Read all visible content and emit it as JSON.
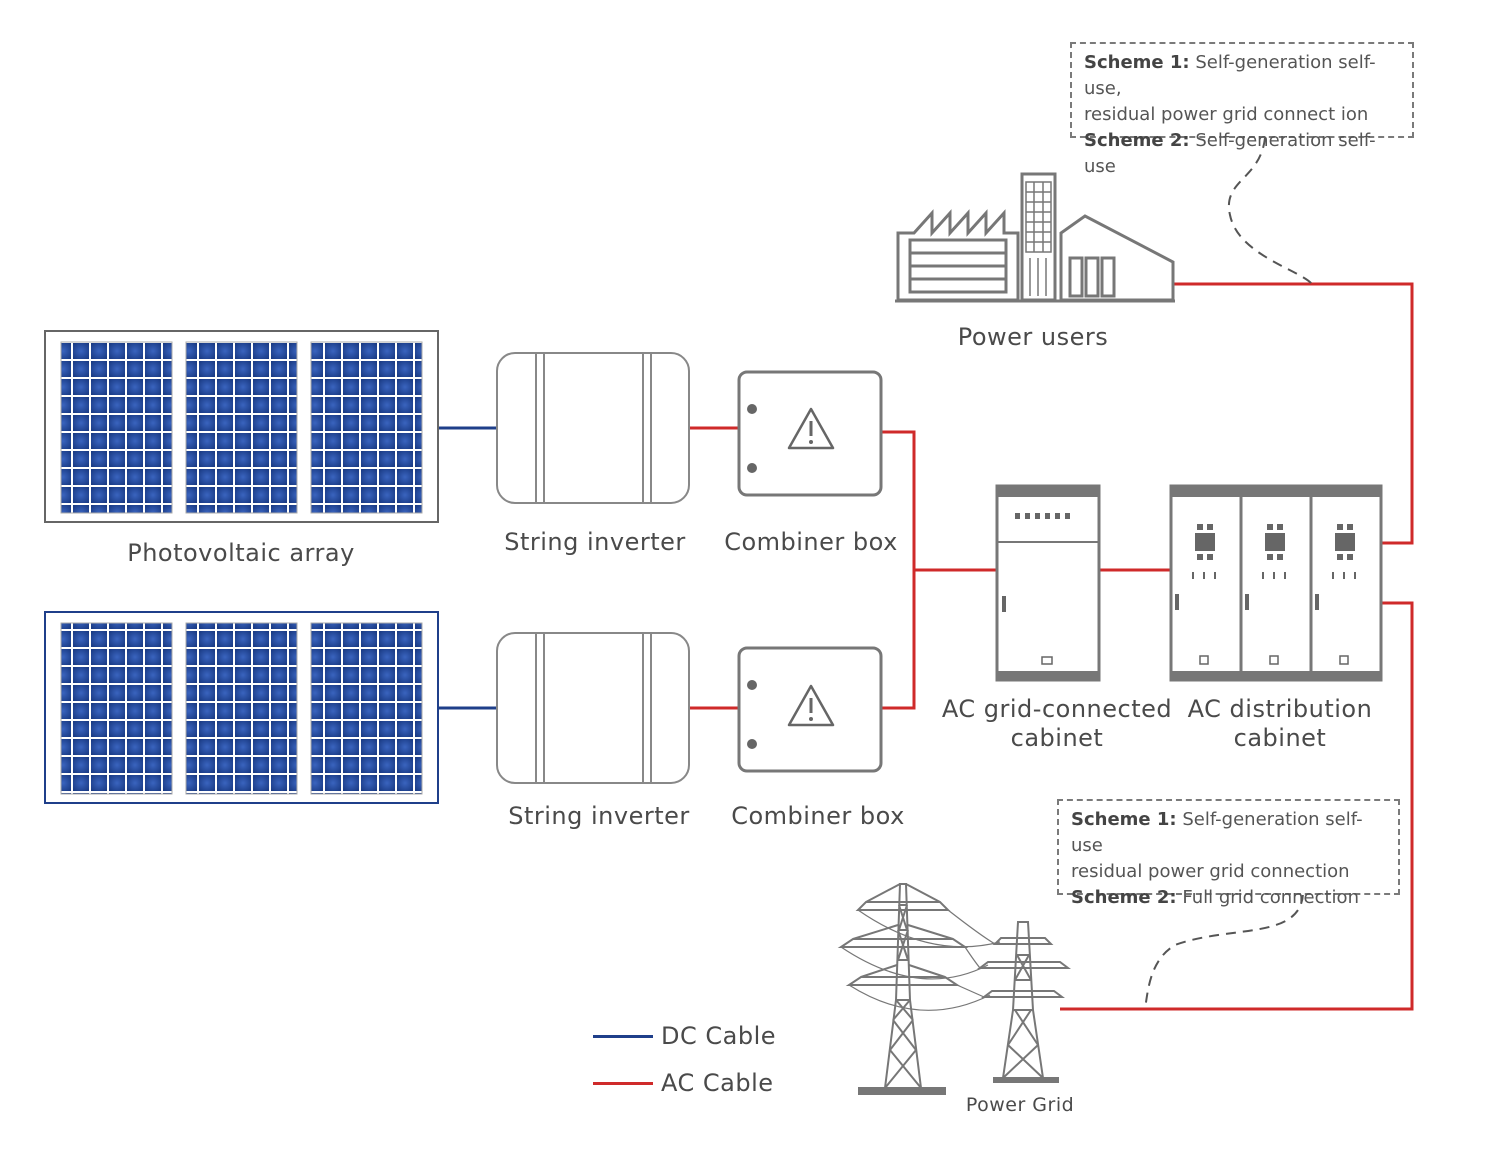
{
  "colors": {
    "dc_cable": "#1f3f8a",
    "ac_cable": "#cf2a2a",
    "icon_stroke": "#777777",
    "panel_cell": "#1d3f8f",
    "panel_cell_highlight": "#3a64bf"
  },
  "labels": {
    "photovoltaic_array": "Photovoltaic array",
    "string_inverter_1": "String inverter",
    "combiner_box_1": "Combiner box",
    "string_inverter_2": "String inverter",
    "combiner_box_2": "Combiner box",
    "power_users": "Power users",
    "ac_grid_cabinet_line1": "AC grid-connected",
    "ac_grid_cabinet_line2": "cabinet",
    "ac_distribution_line1": "AC distribution",
    "ac_distribution_line2": "cabinet",
    "power_grid": "Power Grid"
  },
  "notes": {
    "top": {
      "scheme1_label": "Scheme 1:",
      "scheme1_text": " Self-generation self-use,",
      "scheme1_text2": "residual power grid connect ion",
      "scheme2_label": "Scheme 2:",
      "scheme2_text": " Self-generation self-use"
    },
    "bottom": {
      "scheme1_label": "Scheme 1:",
      "scheme1_text": " Self-generation self-use",
      "scheme1_text2": "residual power grid connection",
      "scheme2_label": "Scheme 2:",
      "scheme2_text": " Full grid connection"
    }
  },
  "legend": {
    "dc": "DC Cable",
    "ac": "AC Cable"
  },
  "icons": {
    "solar_panel": "solar-panel-icon",
    "inverter": "string-inverter-icon",
    "combiner": "combiner-box-icon",
    "warning": "warning-triangle-icon",
    "factory": "factory-icon",
    "cabinet": "electrical-cabinet-icon",
    "tower": "transmission-tower-icon"
  }
}
